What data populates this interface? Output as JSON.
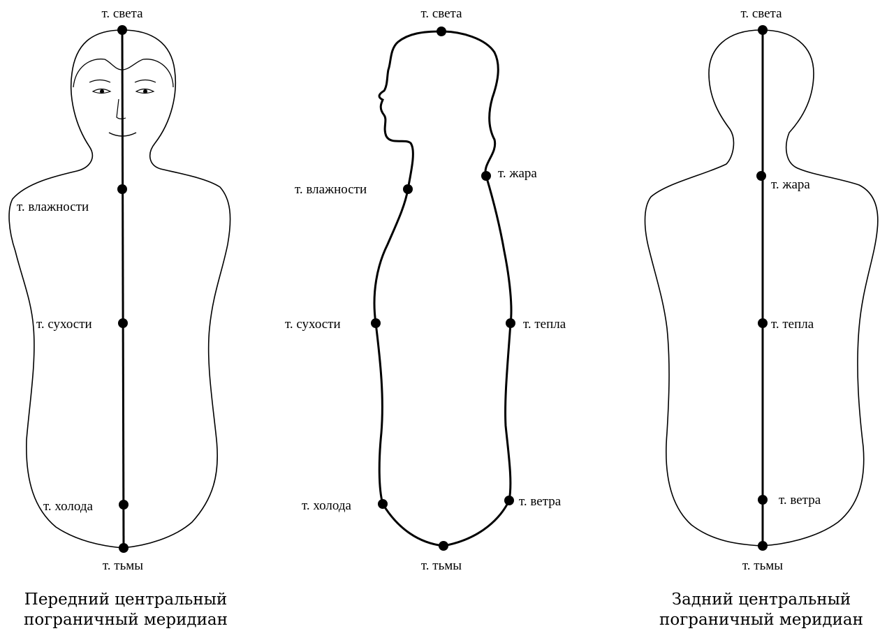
{
  "front": {
    "caption_line1": "Передний центральный",
    "caption_line2": "пограничный меридиан",
    "points": {
      "top": "т. света",
      "humidity": "т. влажности",
      "dryness": "т. сухости",
      "cold": "т. холода",
      "bottom": "т. тьмы"
    }
  },
  "side": {
    "points": {
      "top": "т. света",
      "heat": "т. жара",
      "humidity": "т. влажности",
      "dryness": "т. сухости",
      "warmth": "т. тепла",
      "cold": "т. холода",
      "wind": "т. ветра",
      "bottom": "т. тьмы"
    }
  },
  "back": {
    "caption_line1": "Задний центральный",
    "caption_line2": "пограничный меридиан",
    "points": {
      "top": "т. света",
      "heat": "т. жара",
      "warmth": "т. тепла",
      "wind": "т. ветра",
      "bottom": "т. тьмы"
    }
  }
}
